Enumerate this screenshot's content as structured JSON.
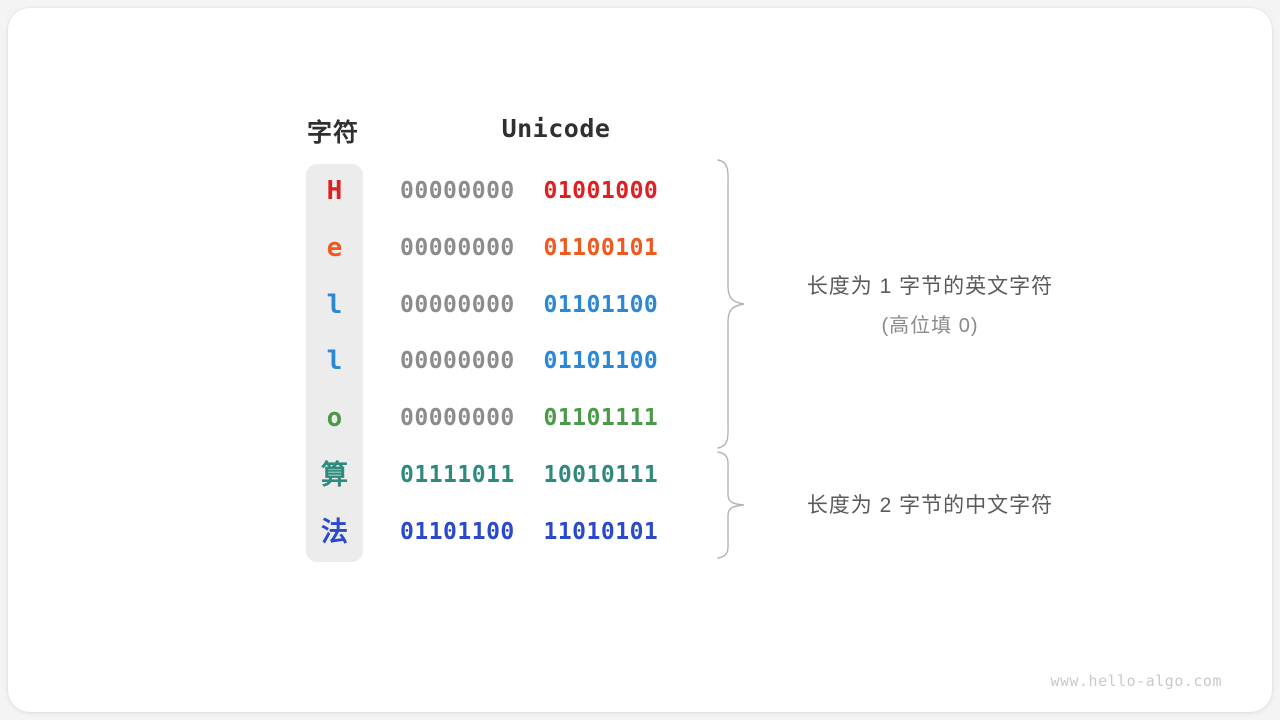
{
  "watermark": "www.hello-algo.com",
  "headers": {
    "char": "字符",
    "unicode": "Unicode"
  },
  "colors": {
    "page_bg": "#f4f4f4",
    "card_bg": "#ffffff",
    "column_bg": "#ececec",
    "padding_byte": "#8c8c8c",
    "brace": "#b4b4b4",
    "annotation": "#5a5a5a",
    "annotation_sub": "#8a8a8a",
    "header": "#303030",
    "watermark": "#c9c9c9"
  },
  "rows": [
    {
      "char": "H",
      "color": "#e02020",
      "cjk": false,
      "byte_hi": "00000000",
      "byte_lo": "01001000",
      "hi_is_padding": true
    },
    {
      "char": "e",
      "color": "#f05a1e",
      "cjk": false,
      "byte_hi": "00000000",
      "byte_lo": "01100101",
      "hi_is_padding": true
    },
    {
      "char": "l",
      "color": "#2b88d8",
      "cjk": false,
      "byte_hi": "00000000",
      "byte_lo": "01101100",
      "hi_is_padding": true
    },
    {
      "char": "l",
      "color": "#2b88d8",
      "cjk": false,
      "byte_hi": "00000000",
      "byte_lo": "01101100",
      "hi_is_padding": true
    },
    {
      "char": "o",
      "color": "#4a9a4a",
      "cjk": false,
      "byte_hi": "00000000",
      "byte_lo": "01101111",
      "hi_is_padding": true
    },
    {
      "char": "算",
      "color": "#2f8a7e",
      "cjk": true,
      "byte_hi": "01111011",
      "byte_lo": "10010111",
      "hi_is_padding": false
    },
    {
      "char": "法",
      "color": "#2b4acb",
      "cjk": true,
      "byte_hi": "01101100",
      "byte_lo": "11010101",
      "hi_is_padding": false
    }
  ],
  "annotations": [
    {
      "line1": "长度为 1 字节的英文字符",
      "line2": "(高位填 0)"
    },
    {
      "line1": "长度为 2 字节的中文字符",
      "line2": ""
    }
  ]
}
